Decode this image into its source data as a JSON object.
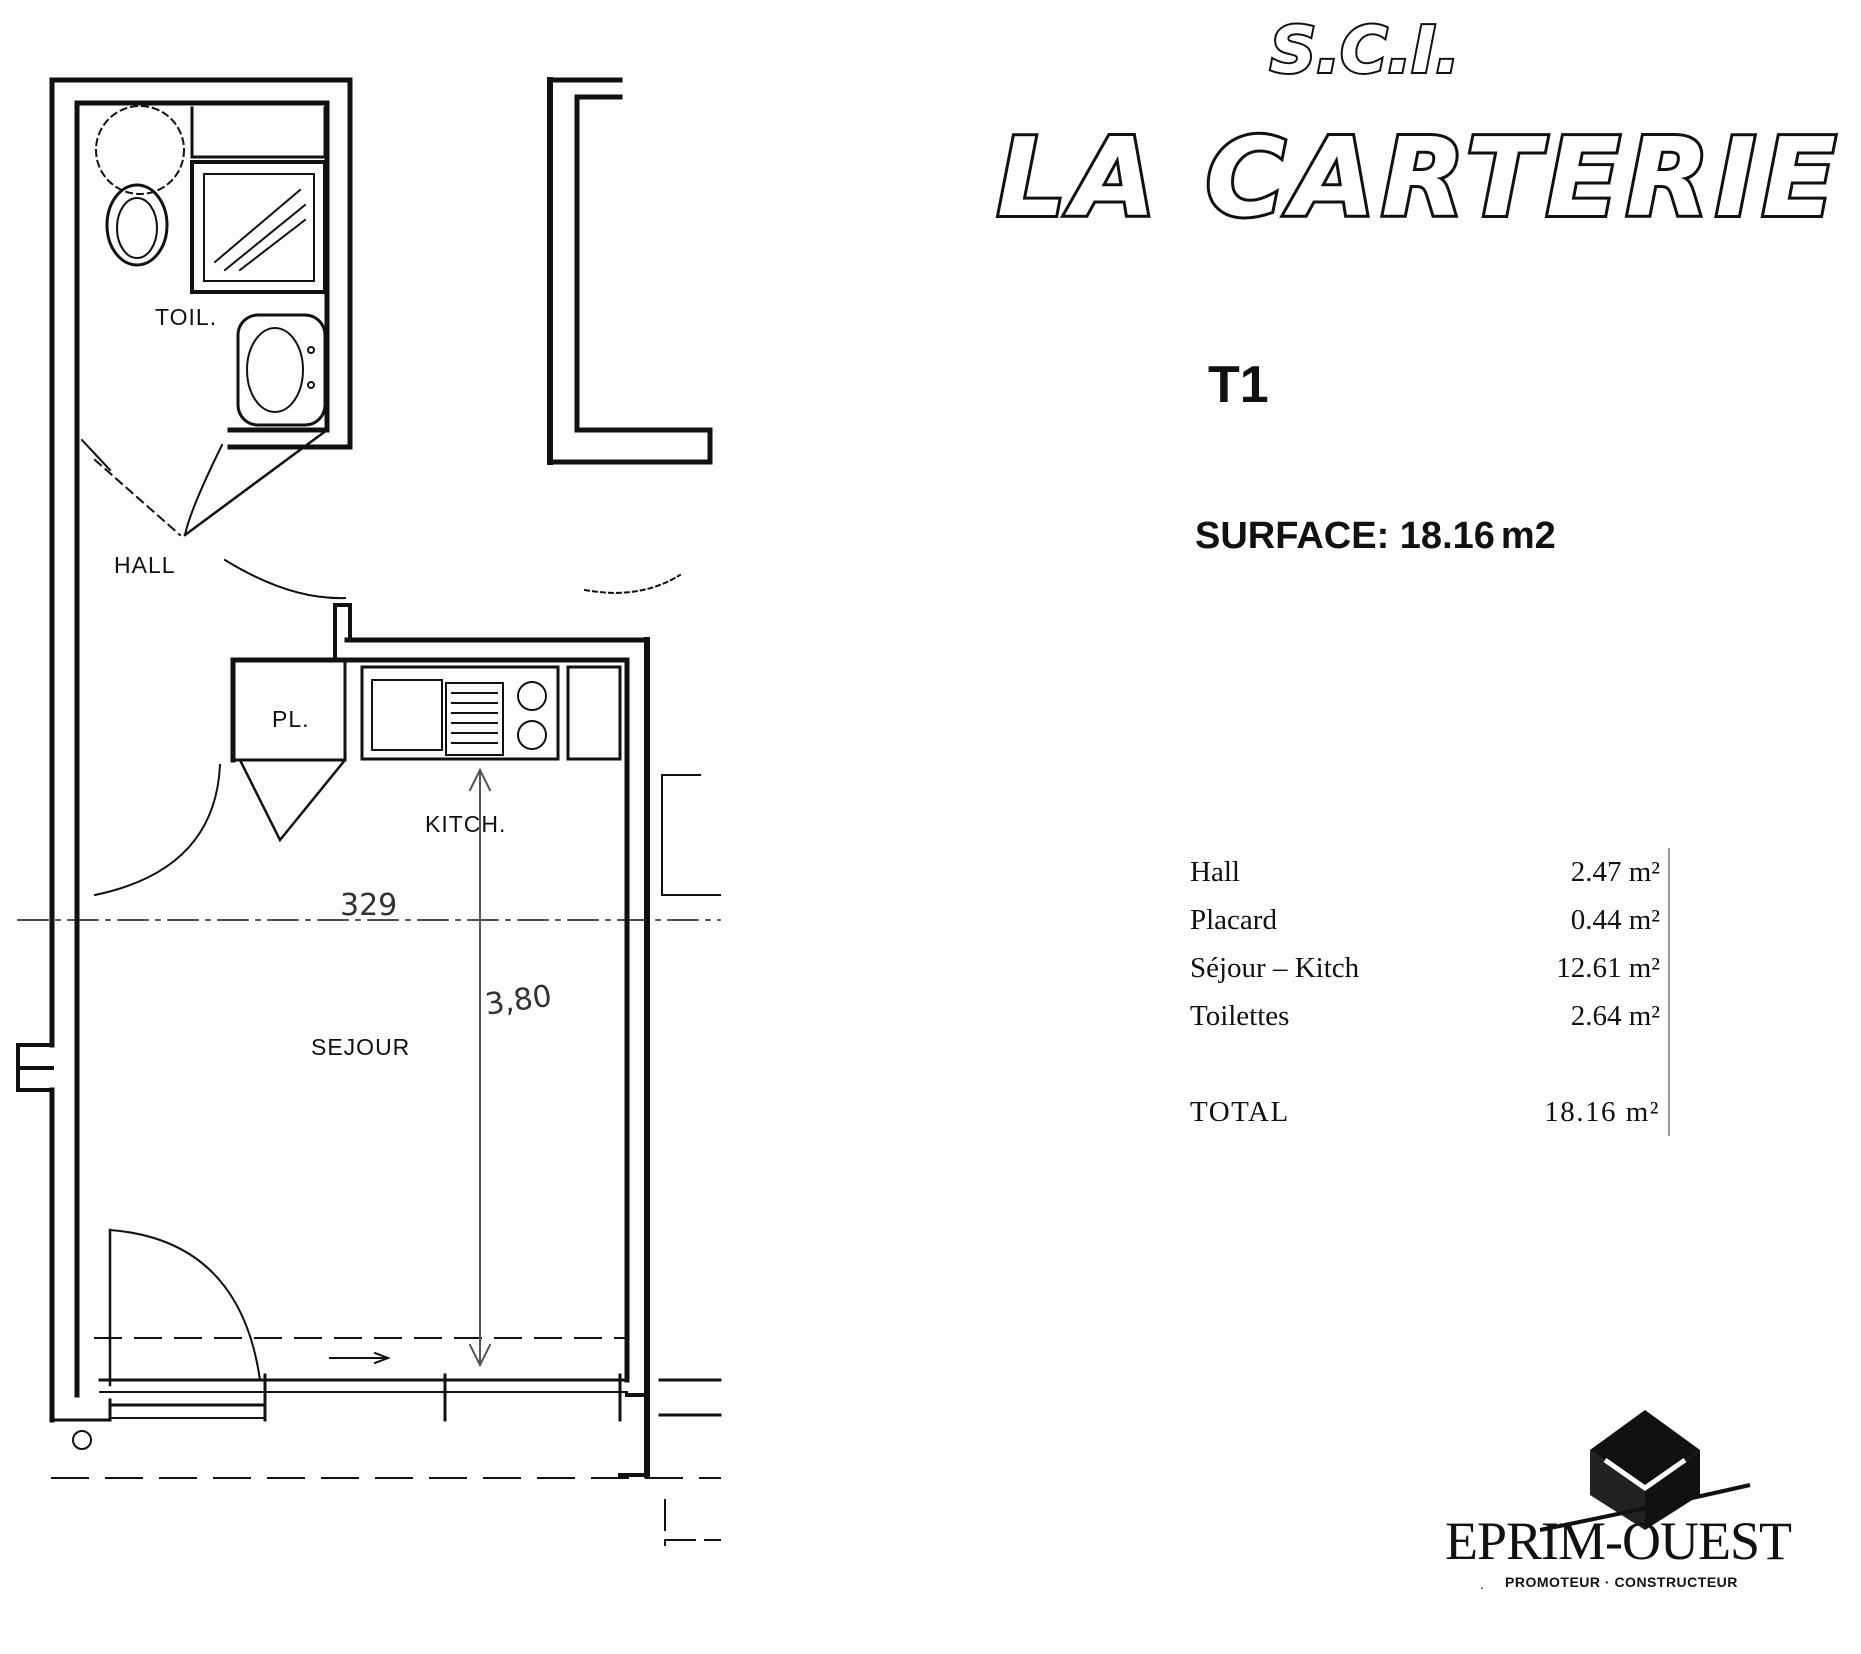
{
  "header": {
    "company_prefix": "S.C.I.",
    "residence_name": "LA CARTERIE"
  },
  "unit": {
    "type": "T1",
    "surface_label": "SURFACE:",
    "surface_value": "18.16",
    "surface_unit": "m2"
  },
  "plan": {
    "rooms": {
      "toilet": "TOIL.",
      "hall": "HALL",
      "closet": "PL.",
      "kitchen": "KITCH.",
      "living": "SEJOUR"
    },
    "dimensions": {
      "width": "329",
      "depth": "3,80"
    }
  },
  "areas": {
    "rows": [
      {
        "label": "Hall",
        "value": "2.47",
        "unit": "m²"
      },
      {
        "label": "Placard",
        "value": "0.44",
        "unit": "m²"
      },
      {
        "label": "Séjour – Kitch",
        "value": "12.61",
        "unit": "m²"
      },
      {
        "label": "Toilettes",
        "value": "2.64",
        "unit": "m²"
      }
    ],
    "total": {
      "label": "TOTAL",
      "value": "18.16",
      "unit": "m²"
    }
  },
  "branding": {
    "company": "EPRIM-OUEST",
    "tagline": "PROMOTEUR · CONSTRUCTEUR"
  }
}
